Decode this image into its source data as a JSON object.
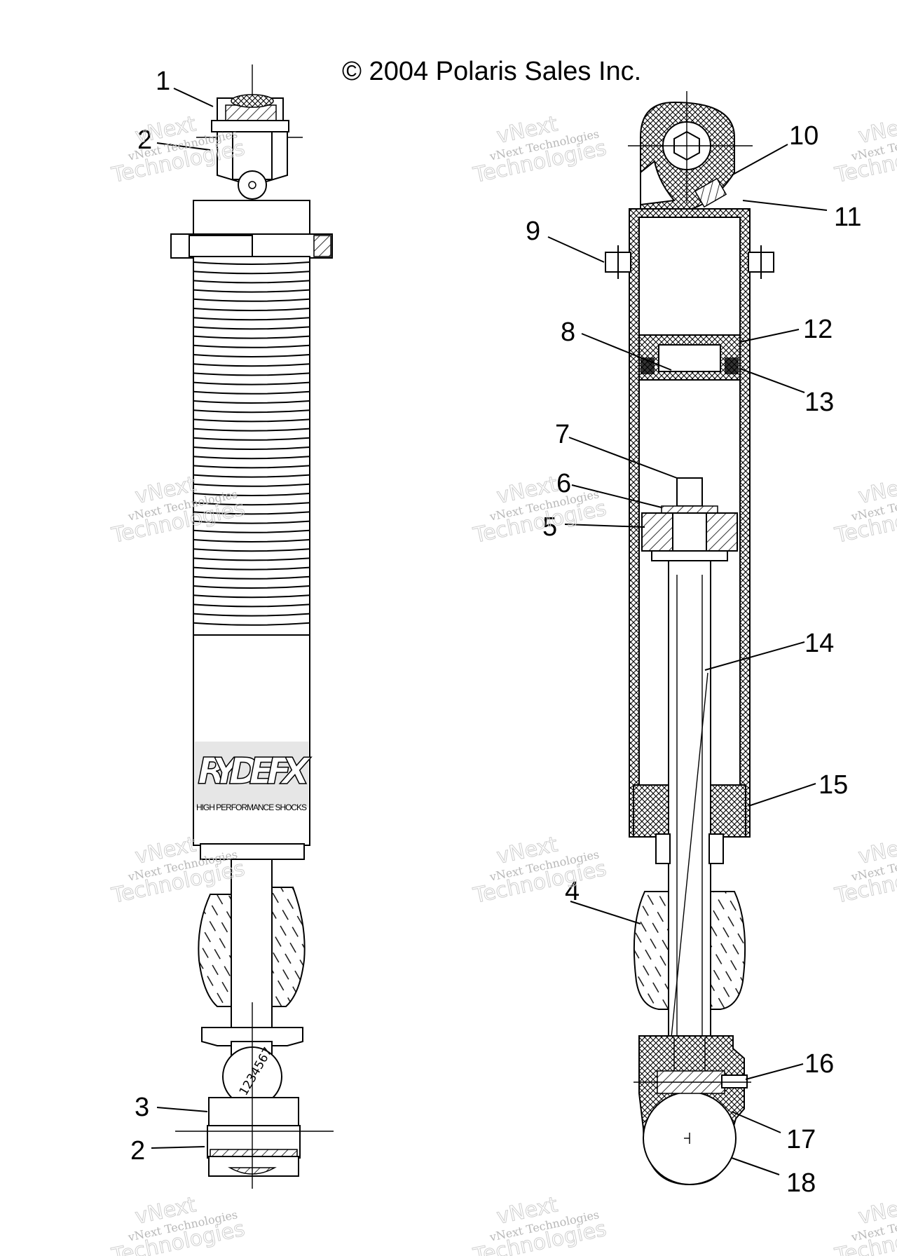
{
  "copyright": "© 2004 Polaris Sales Inc.",
  "watermark": {
    "line1": "vNext",
    "line2": "vNext Technologies",
    "line3": "Technologies"
  },
  "shock_logo": {
    "brand": "RYDE FX",
    "tagline": "HIGH PERFORMANCE SHOCKS"
  },
  "adjuster_digits": "1234567",
  "callouts": [
    "1",
    "2",
    "3",
    "2",
    "4",
    "5",
    "6",
    "7",
    "8",
    "9",
    "10",
    "11",
    "12",
    "13",
    "14",
    "15",
    "16",
    "17",
    "18"
  ]
}
